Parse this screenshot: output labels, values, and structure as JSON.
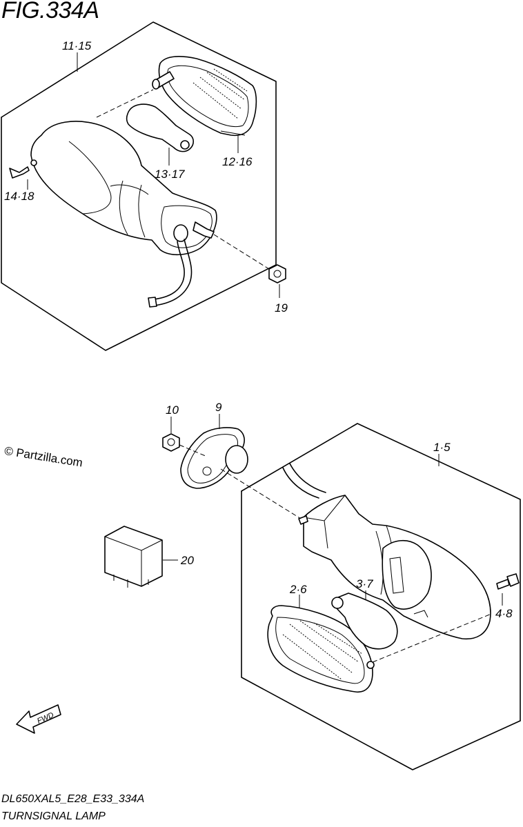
{
  "figure": {
    "title": "FIG.334A"
  },
  "labels": {
    "upper_assembly": "11·15",
    "upper_lens": "12·16",
    "upper_bulb": "13·17",
    "upper_screw": "14·18",
    "upper_nut": "19",
    "nut": "10",
    "gasket": "9",
    "lower_assembly": "1·5",
    "relay": "20",
    "lower_lens": "2·6",
    "lower_bulb": "3·7",
    "lower_screw": "4·8"
  },
  "watermark": "© Partzilla.com",
  "fwd_arrow": "FWD",
  "footer": {
    "code": "DL650XAL5_E28_E33_334A",
    "title": "TURNSIGNAL LAMP"
  },
  "icons": {
    "fwd": "fwd-arrow-icon"
  }
}
